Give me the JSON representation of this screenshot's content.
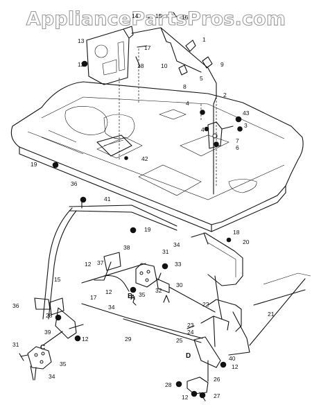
{
  "watermark": "AppliancePartsPros.com",
  "part_numbers": [
    "1",
    "2",
    "3",
    "4",
    "4",
    "5",
    "6",
    "7",
    "8",
    "9",
    "10",
    "12",
    "12",
    "12",
    "12",
    "13",
    "14",
    "15",
    "16",
    "17",
    "17",
    "18",
    "18",
    "18",
    "19",
    "19",
    "20",
    "21",
    "22",
    "23",
    "24",
    "25",
    "26",
    "27",
    "28",
    "29",
    "30",
    "31",
    "31",
    "32",
    "33",
    "34",
    "34",
    "34",
    "35",
    "35",
    "36",
    "36",
    "37",
    "38",
    "38",
    "39",
    "40",
    "41",
    "42",
    "43"
  ],
  "view_letters": [
    "A",
    "B",
    "C",
    "D"
  ]
}
